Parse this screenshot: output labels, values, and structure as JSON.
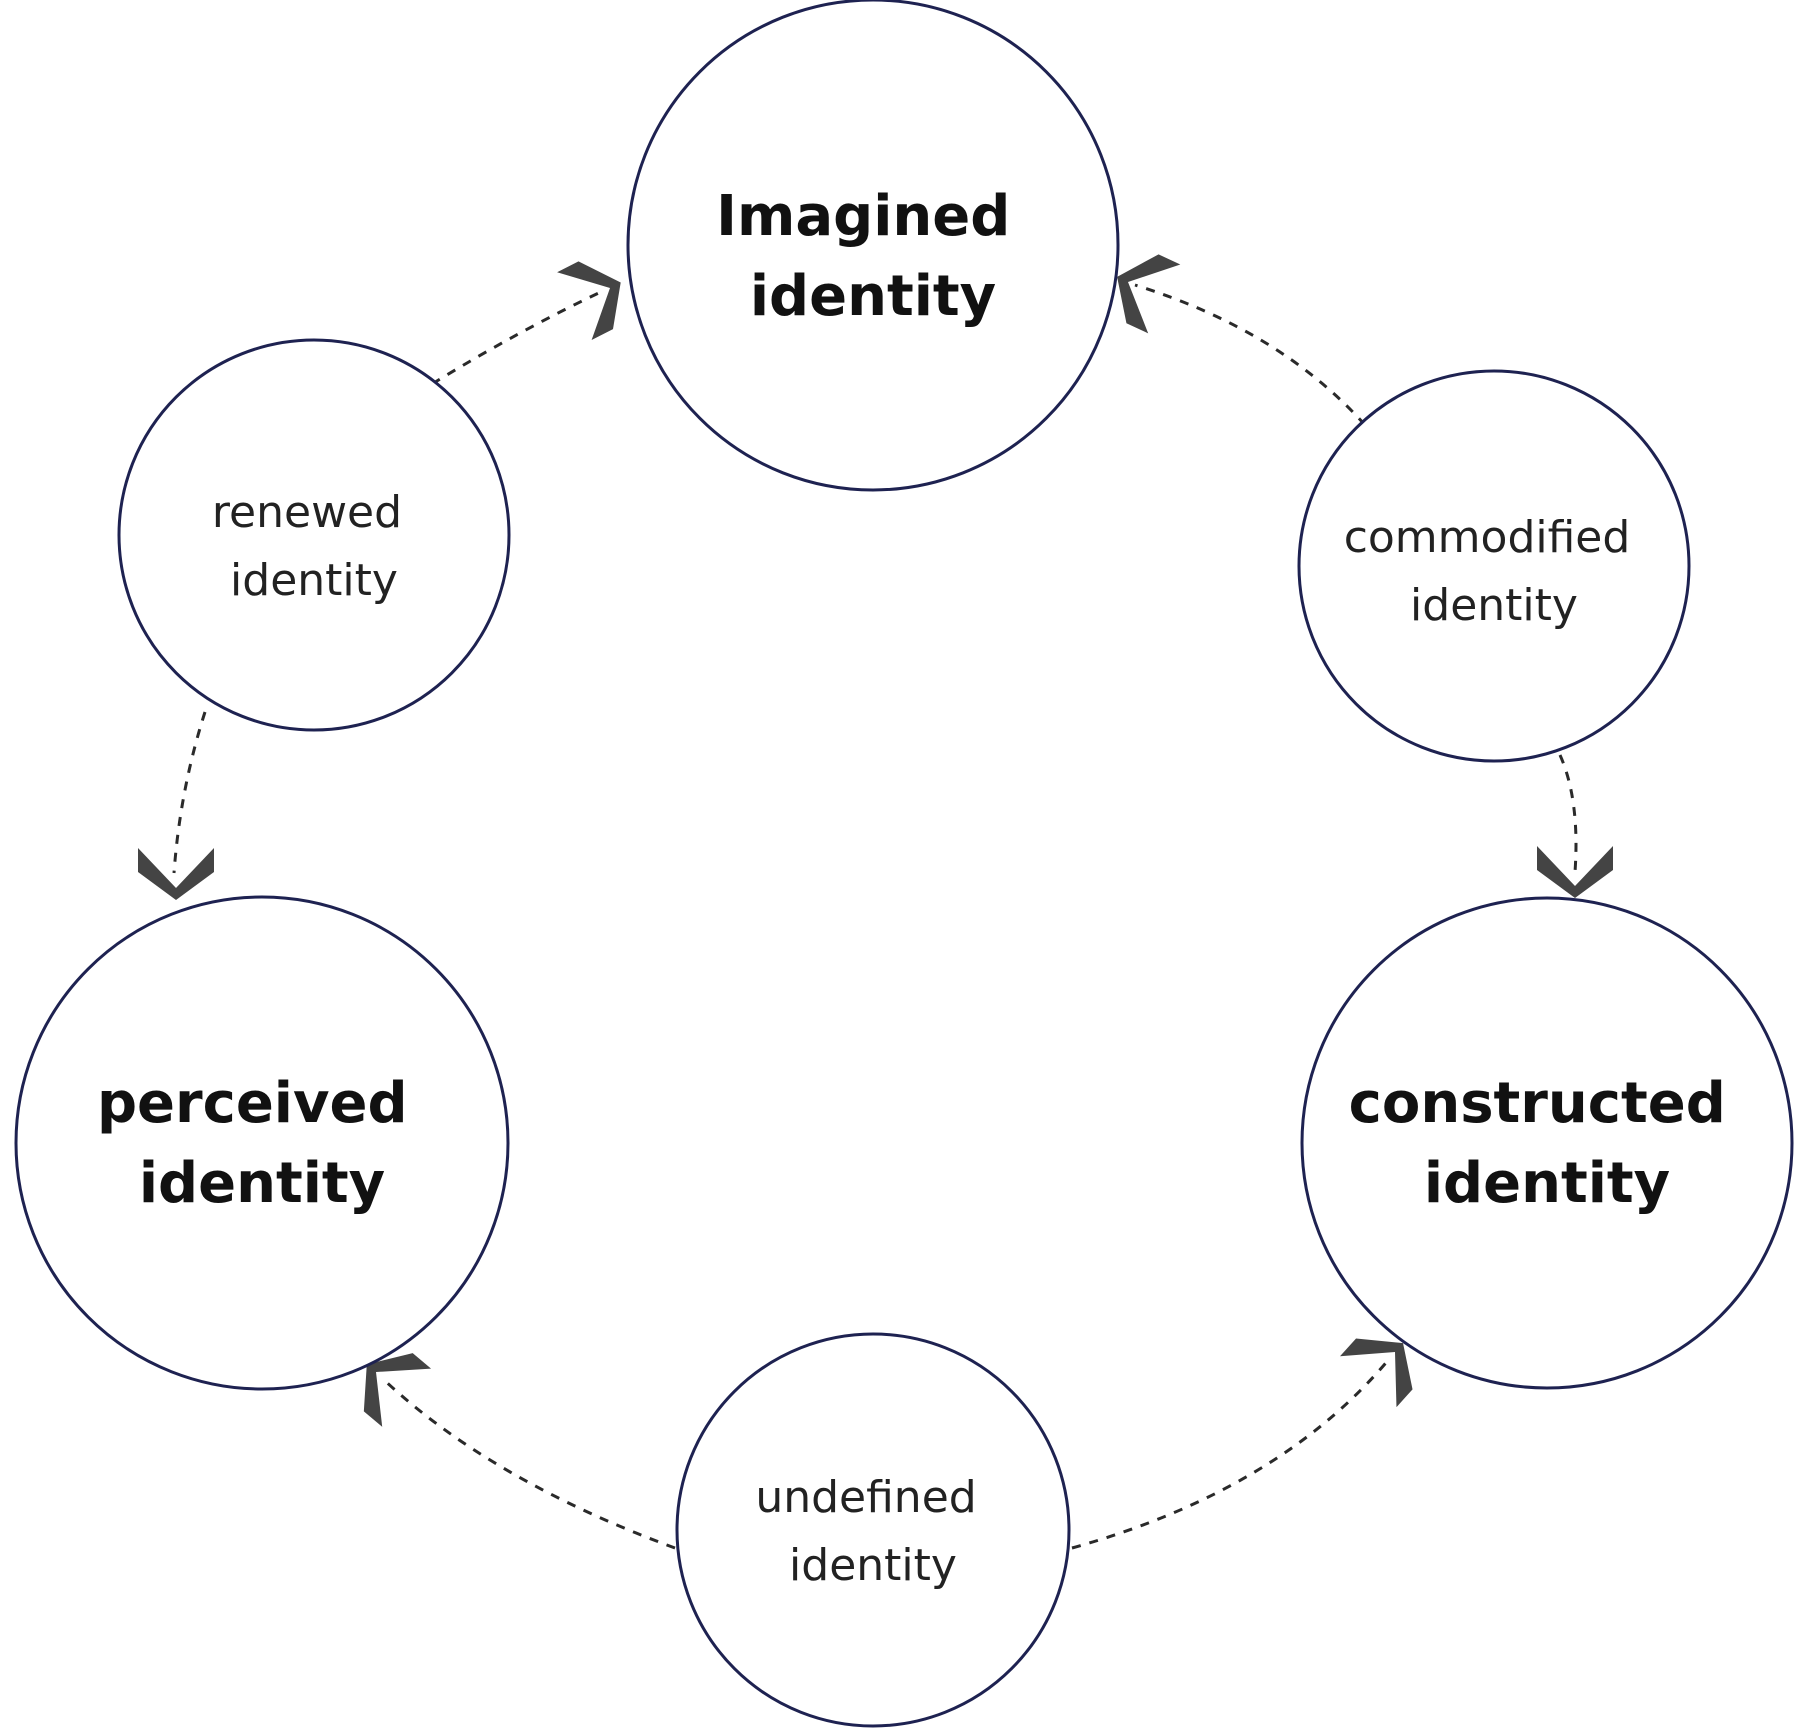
{
  "nodes": [
    {
      "id": "imagined",
      "kind": "major",
      "lines": [
        "Imagined",
        "identity"
      ]
    },
    {
      "id": "commodified",
      "kind": "minor",
      "lines": [
        "commodified",
        "identity"
      ]
    },
    {
      "id": "constructed",
      "kind": "major",
      "lines": [
        "constructed",
        "identity"
      ]
    },
    {
      "id": "undefined",
      "kind": "minor",
      "lines": [
        "undefined",
        "identity"
      ]
    },
    {
      "id": "perceived",
      "kind": "major",
      "lines": [
        "perceived",
        "identity"
      ]
    },
    {
      "id": "renewed",
      "kind": "minor",
      "lines": [
        "renewed",
        "identity"
      ]
    }
  ],
  "edges": [
    {
      "from": "renewed",
      "to": "imagined",
      "style": "dashed",
      "arrow": "end"
    },
    {
      "from": "commodified",
      "to": "imagined",
      "style": "dashed",
      "arrow": "end"
    },
    {
      "from": "commodified",
      "to": "constructed",
      "style": "dashed",
      "arrow": "end"
    },
    {
      "from": "undefined",
      "to": "constructed",
      "style": "dashed",
      "arrow": "end"
    },
    {
      "from": "undefined",
      "to": "perceived",
      "style": "dashed",
      "arrow": "end"
    },
    {
      "from": "renewed",
      "to": "perceived",
      "style": "dashed",
      "arrow": "end"
    }
  ],
  "colors": {
    "circle_stroke": "#1e2251",
    "arrow_fill": "#444444",
    "line": "#2a2a2a"
  }
}
